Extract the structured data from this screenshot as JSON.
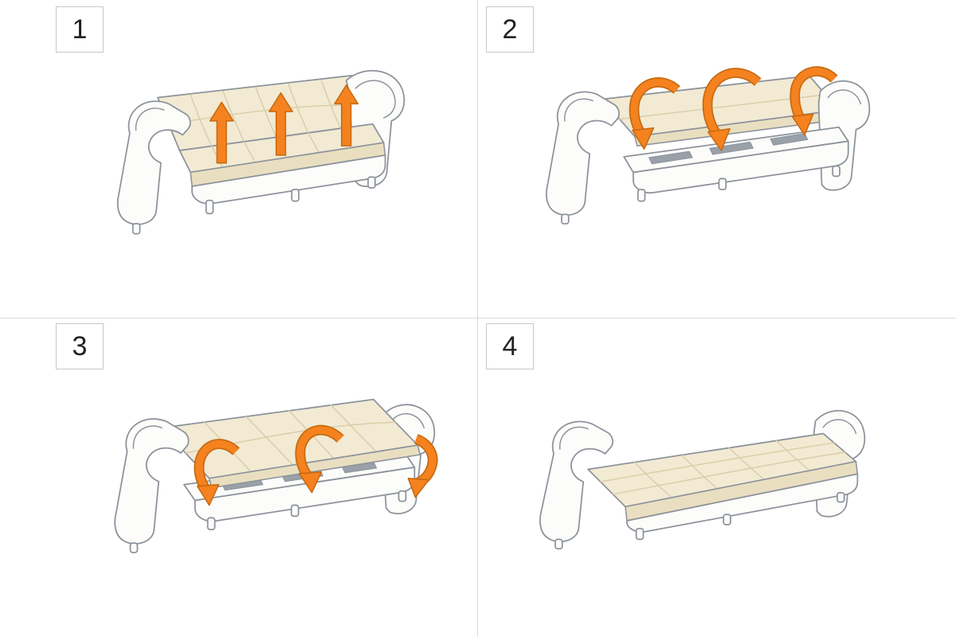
{
  "title": "sofa-bed-conversion-instructions",
  "panels": [
    {
      "number": "1",
      "arrow_icon": "up-arrow-icon"
    },
    {
      "number": "2",
      "arrow_icon": "rotate-down-arrow-icon"
    },
    {
      "number": "3",
      "arrow_icon": "rotate-forward-arrow-icon"
    },
    {
      "number": "4",
      "arrow_icon": "none"
    }
  ],
  "colors": {
    "arrow": "#F5821F",
    "arrow-outline": "#C66A10",
    "upholstery": "#F2EAD3",
    "upholstery-shade": "#E9DFC0",
    "tuft": "#D9CEA9",
    "frame-white": "#FCFCFA",
    "slot": "#9AA0A8",
    "outline": "#8D939C",
    "divider": "#DADADA",
    "number-border": "#C8C8C8",
    "number-text": "#222222"
  }
}
